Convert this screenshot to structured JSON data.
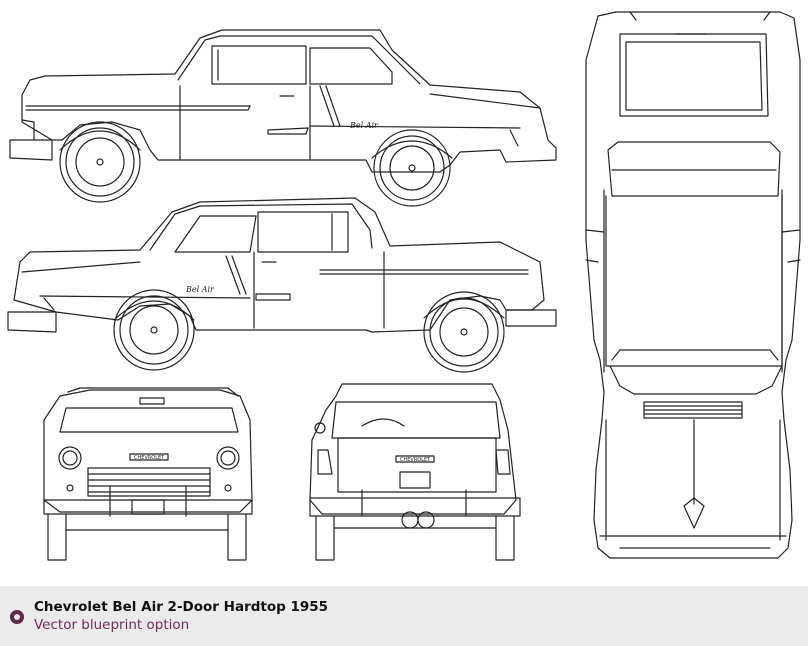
{
  "blueprint": {
    "icon": "car-blueprint-drawing",
    "side_script_text": "Bel Air",
    "badge_text": "CHEVROLET"
  },
  "caption": {
    "title": "Chevrolet Bel Air 2-Door Hardtop 1955",
    "subtitle": "Vector blueprint option",
    "icon": "radio-option-icon",
    "accent_color": "#6b2d57"
  }
}
